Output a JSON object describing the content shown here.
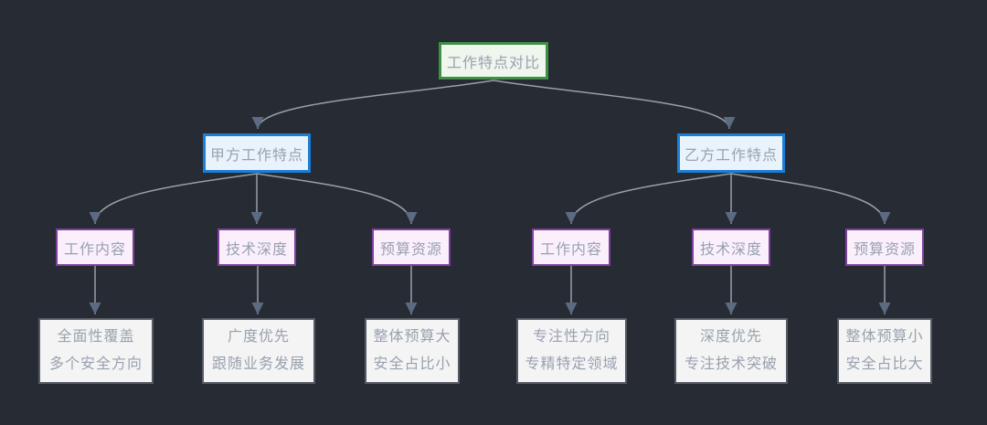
{
  "diagram": {
    "type": "flowchart-tree",
    "root": {
      "label": "工作特点对比"
    },
    "branches": [
      {
        "label": "甲方工作特点",
        "categories": [
          {
            "label": "工作内容",
            "lines": [
              "全面性覆盖",
              "多个安全方向"
            ]
          },
          {
            "label": "技术深度",
            "lines": [
              "广度优先",
              "跟随业务发展"
            ]
          },
          {
            "label": "预算资源",
            "lines": [
              "整体预算大",
              "安全占比小"
            ]
          }
        ]
      },
      {
        "label": "乙方工作特点",
        "categories": [
          {
            "label": "工作内容",
            "lines": [
              "专注性方向",
              "专精特定领域"
            ]
          },
          {
            "label": "技术深度",
            "lines": [
              "深度优先",
              "专注技术突破"
            ]
          },
          {
            "label": "预算资源",
            "lines": [
              "整体预算小",
              "安全占比大"
            ]
          }
        ]
      }
    ],
    "colors": {
      "background": "#272b33",
      "root_border": "#3f8f45",
      "root_fill": "#eef6ee",
      "branch_border": "#1b7fd8",
      "branch_fill": "#e8f3fc",
      "category_border": "#7e3f9d",
      "category_fill": "#fbeffc",
      "leaf_border": "#555b66",
      "leaf_fill": "#f4f4f4",
      "node_text": "#99a1af",
      "edge_line": "#9a9ea6",
      "arrowhead": "#5d6b82"
    }
  }
}
